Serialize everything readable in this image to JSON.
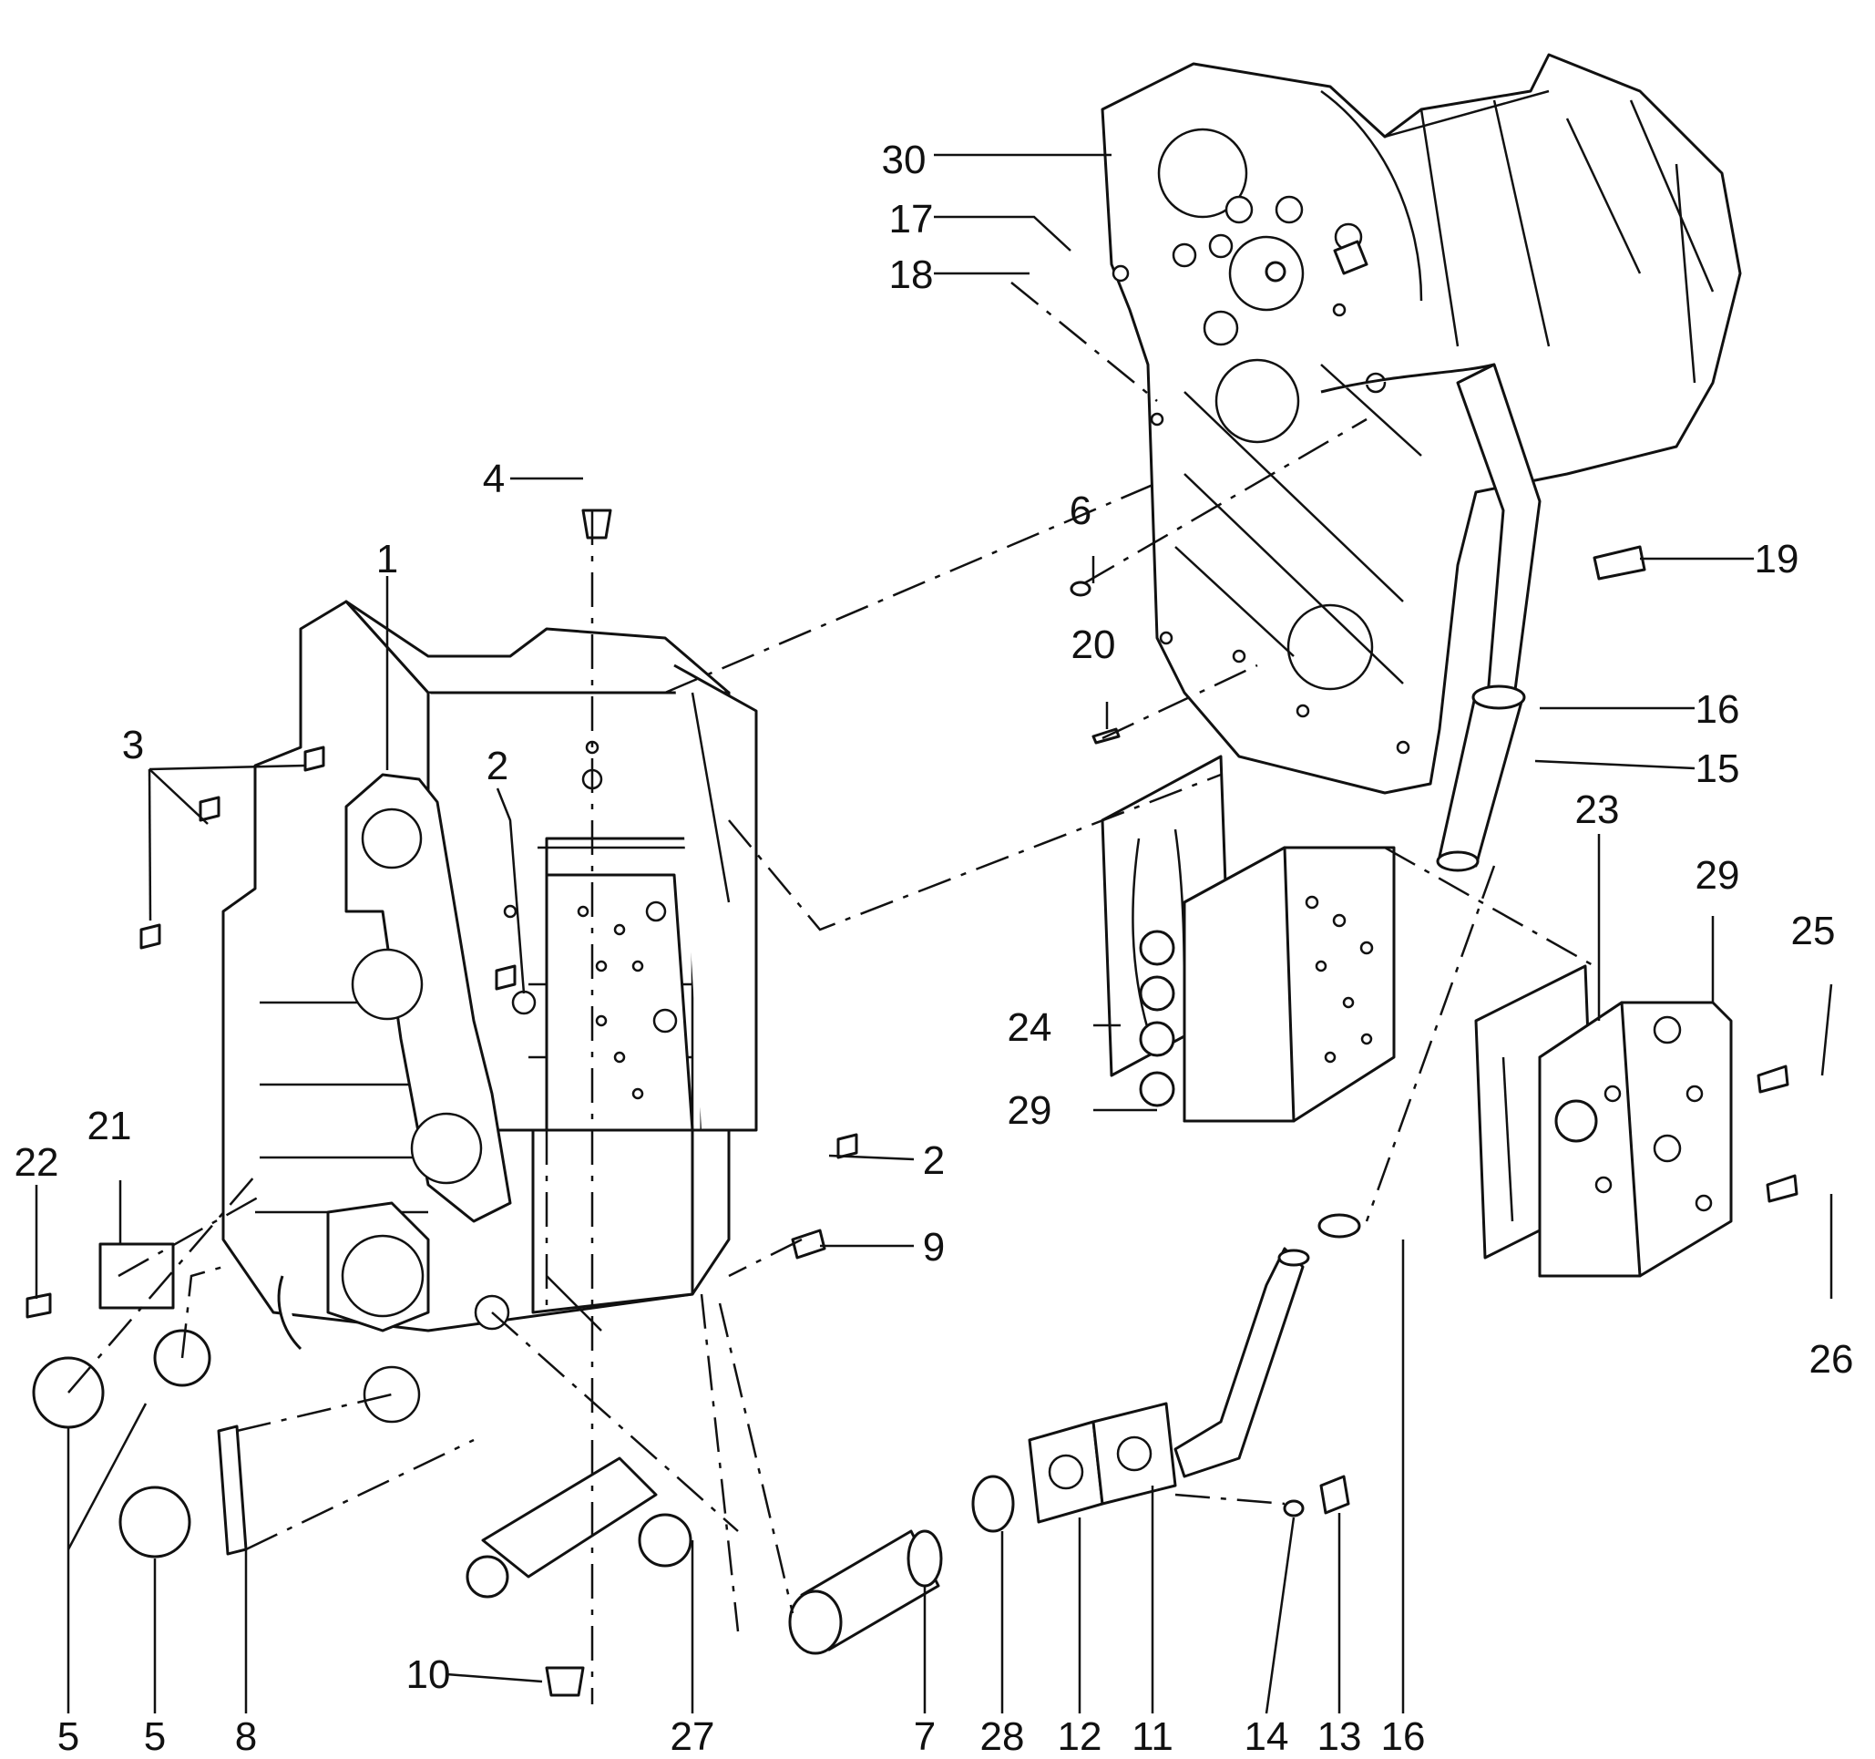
{
  "diagram": {
    "type": "exploded-parts-view",
    "callouts": [
      "1",
      "2",
      "2",
      "3",
      "4",
      "5",
      "5",
      "6",
      "7",
      "8",
      "9",
      "10",
      "11",
      "12",
      "13",
      "14",
      "15",
      "16",
      "16",
      "17",
      "18",
      "19",
      "20",
      "21",
      "22",
      "23",
      "24",
      "25",
      "26",
      "27",
      "28",
      "29",
      "29",
      "30"
    ]
  }
}
